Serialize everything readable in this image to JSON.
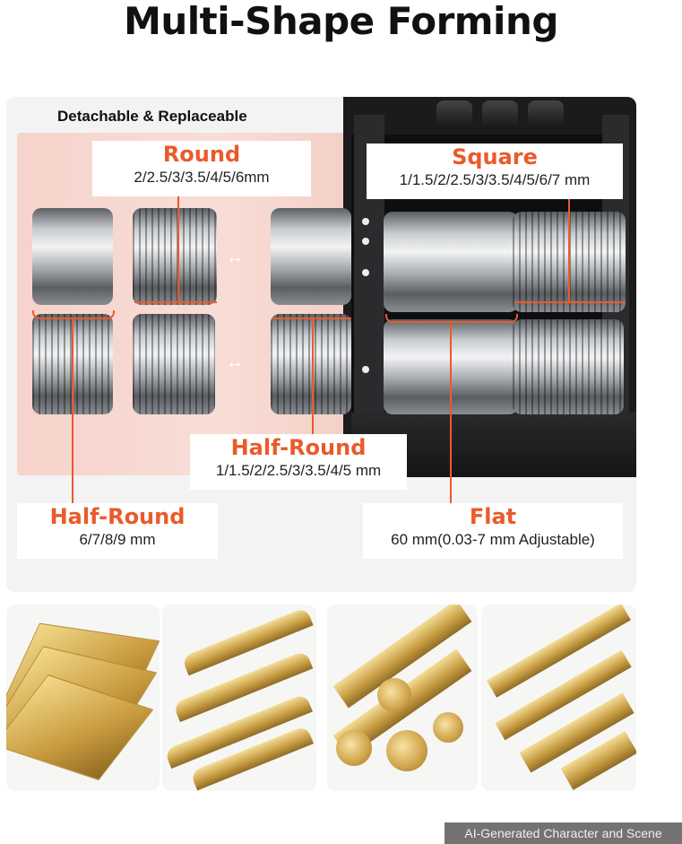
{
  "title": "Multi-Shape Forming",
  "detachable_label": "Detachable & Replaceable",
  "labels": {
    "round": {
      "name": "Round",
      "sizes": "2/2.5/3/3.5/4/5/6mm"
    },
    "square": {
      "name": "Square",
      "sizes": "1/1.5/2/2.5/3/3.5/4/5/6/7 mm"
    },
    "half_round_small": {
      "name": "Half-Round",
      "sizes": "1/1.5/2/2.5/3/3.5/4/5 mm"
    },
    "half_round_large": {
      "name": "Half-Round",
      "sizes": "6/7/8/9 mm"
    },
    "flat": {
      "name": "Flat",
      "sizes": "60 mm(0.03-7 mm Adjustable)"
    }
  },
  "arrow_glyph": "↔",
  "accent_color": "#ea5a2b",
  "watermark": "AI-Generated Character and Scene",
  "image_cards": [
    "brass-sheet",
    "half-round-rods",
    "round-rods",
    "square-bars"
  ]
}
